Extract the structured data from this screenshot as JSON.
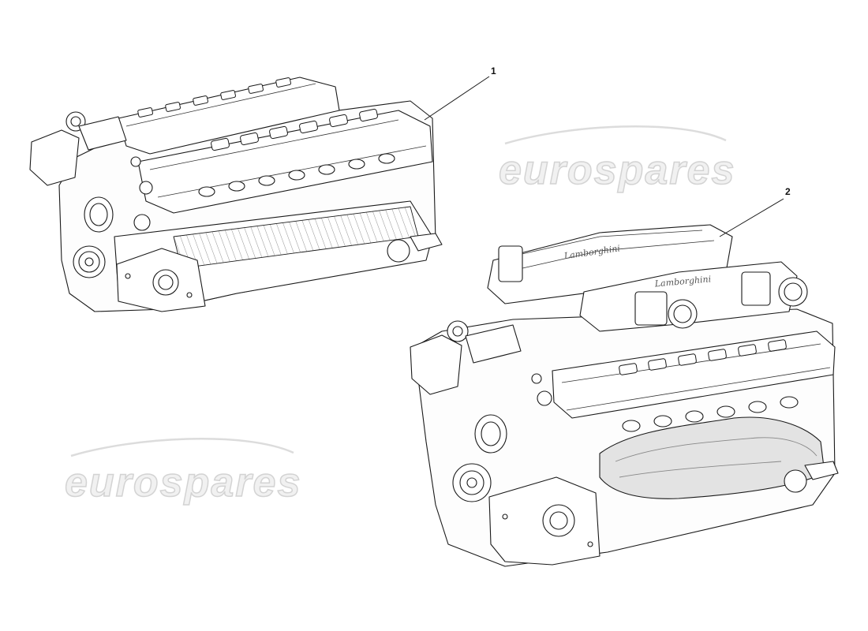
{
  "diagram": {
    "callouts": [
      {
        "label": "1"
      },
      {
        "label": "2"
      }
    ],
    "watermark": {
      "text": "eurospares"
    },
    "colors": {
      "line": "#1a1a1a",
      "fill": "#ffffff",
      "shade": "#d9d9d9",
      "watermark": "#d4d4d4"
    }
  }
}
